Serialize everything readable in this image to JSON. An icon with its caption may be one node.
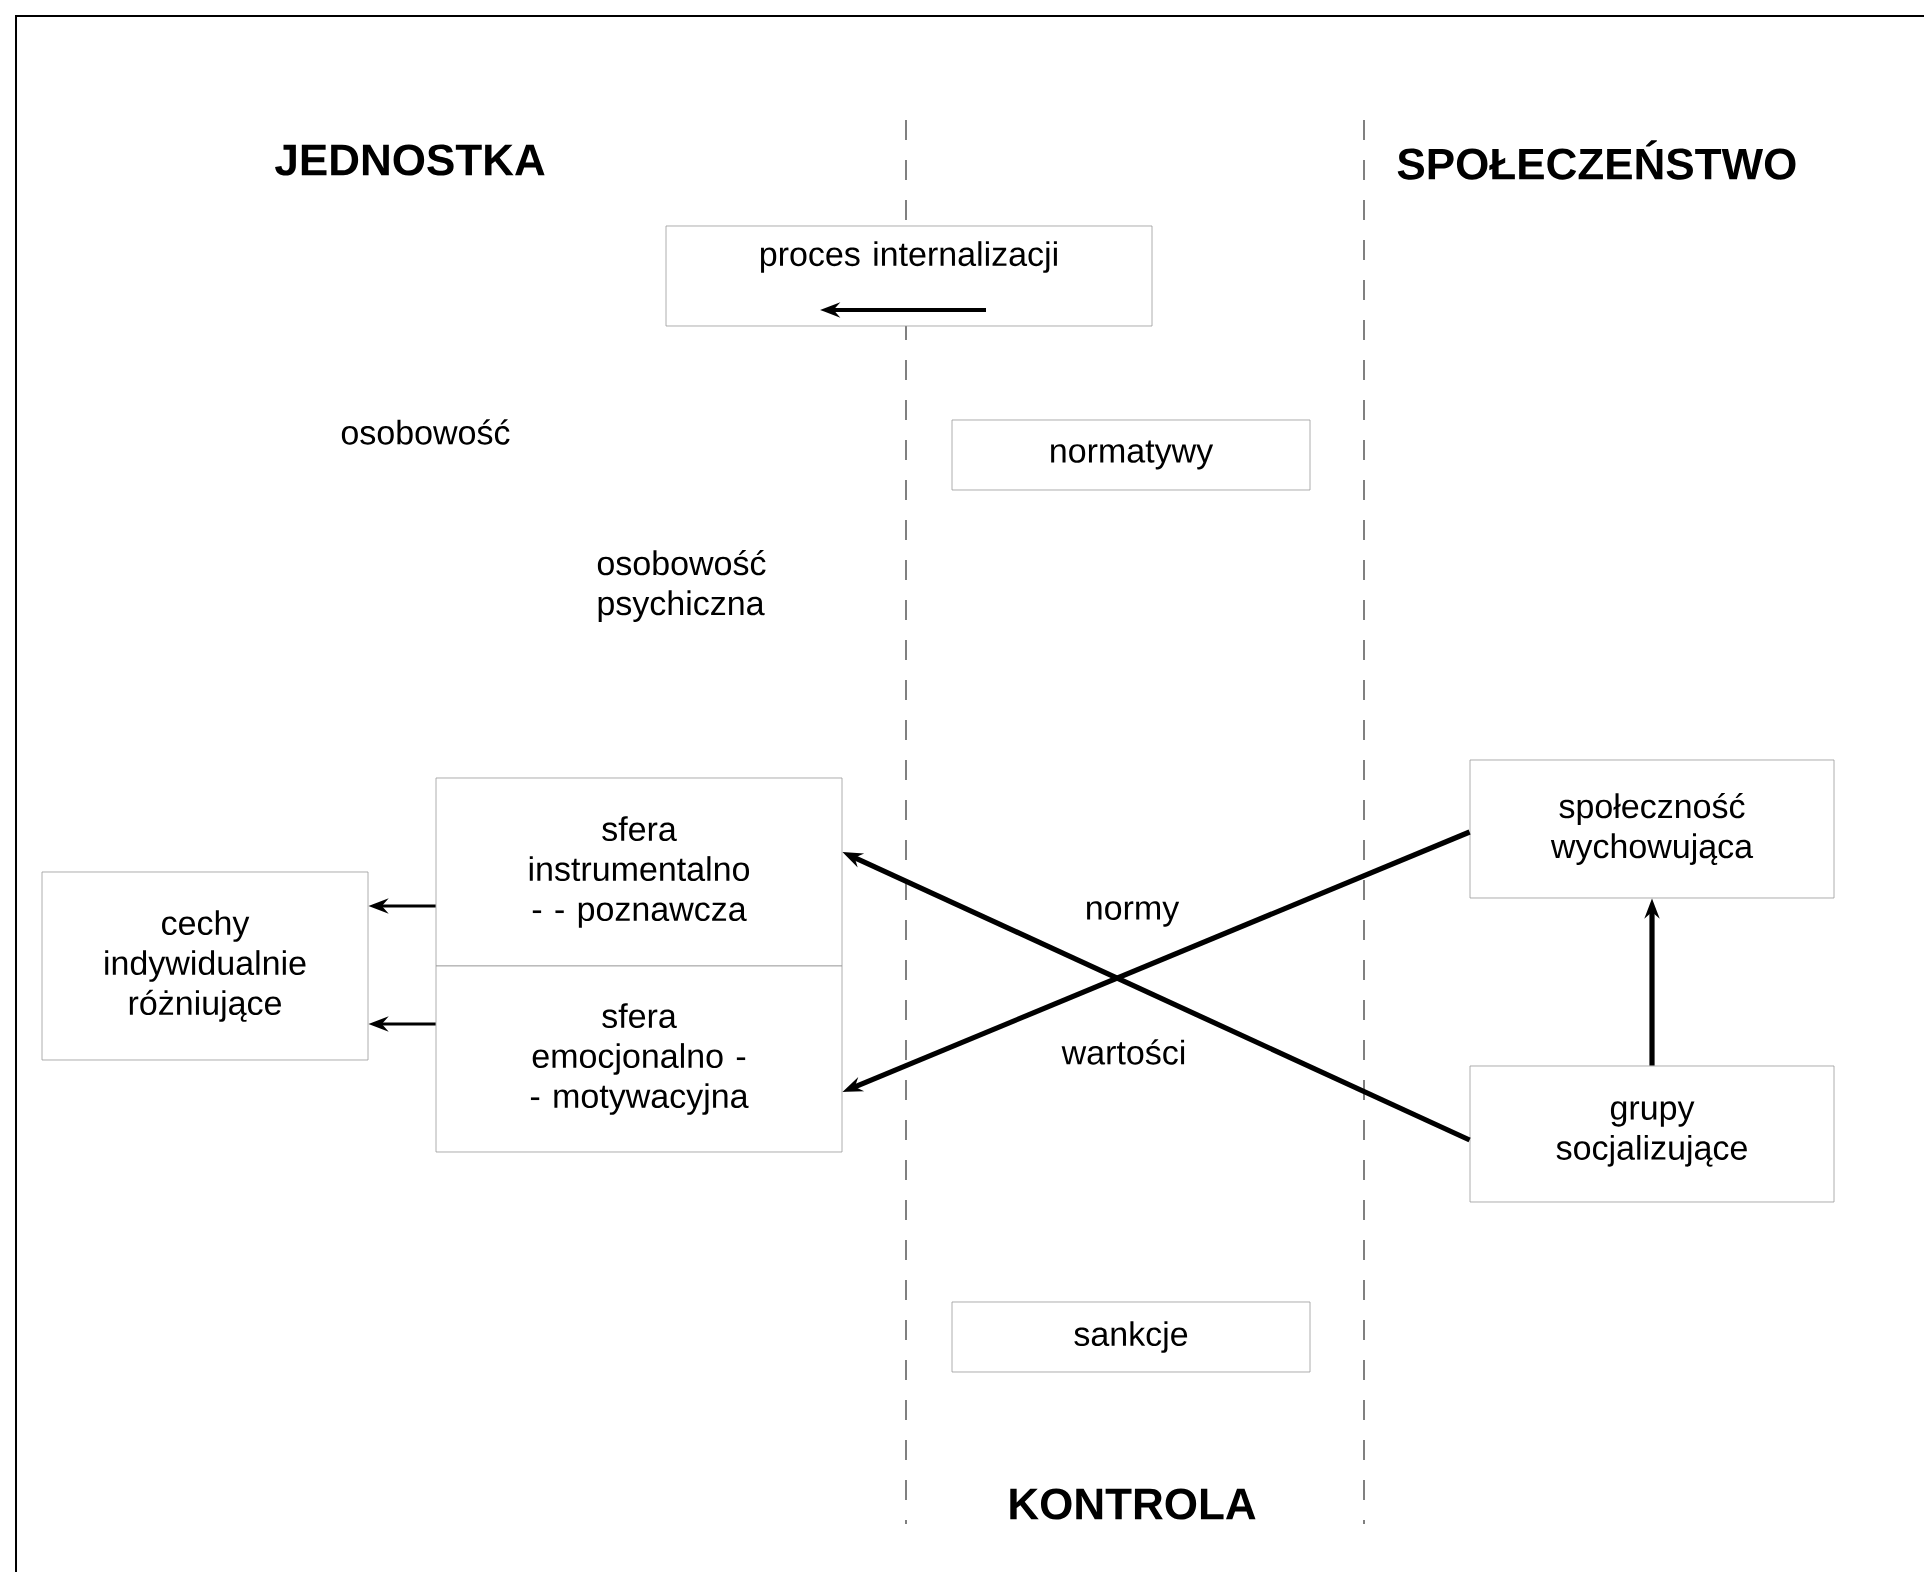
{
  "diagram": {
    "nodes": [
      {
        "text": [
          "proces internalizacji"
        ]
      },
      {
        "text": [
          "normatywy"
        ]
      },
      {
        "text": [
          "sfera instrumentalno - - poznawcza"
        ]
      },
      {
        "text": [
          "sfera emocjonalno - - motywacyjna"
        ]
      },
      {
        "text": [
          "cechy indywidualnie różniujące"
        ]
      },
      {
        "text": [
          "społeczność wychowująca"
        ]
      },
      {
        "text": [
          "grupy socjalizujące"
        ]
      },
      {
        "text": [
          "sankcje"
        ]
      }
    ],
    "edges": [
      {
        "from": 2,
        "to": 4,
        "arrow": "to"
      },
      {
        "from": 3,
        "to": 4,
        "arrow": "to"
      },
      {
        "from": 6,
        "to": 2,
        "arrow": "to",
        "label": "normy"
      },
      {
        "from": 5,
        "to": 3,
        "arrow": "to",
        "label": "wartości"
      },
      {
        "from": 6,
        "to": 5,
        "arrow": "to"
      }
    ],
    "labels": [
      "JEDNOSTKA",
      "SPOŁECZEŃSTWO",
      "osobowość",
      "osobowość psychiczna",
      "KONTROLA"
    ]
  }
}
